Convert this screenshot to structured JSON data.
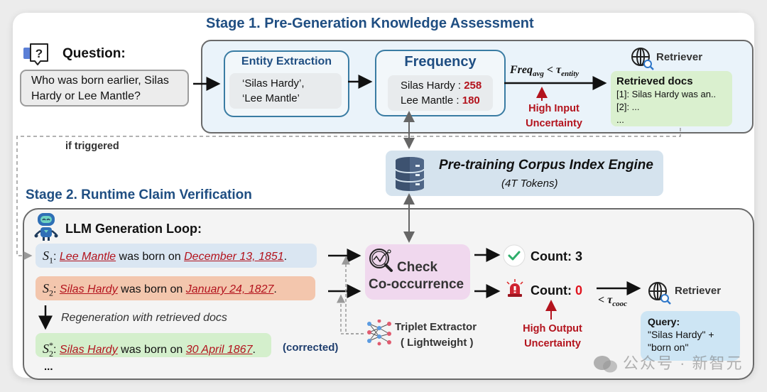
{
  "stage1": {
    "title": "Stage 1. Pre-Generation Knowledge Assessment",
    "question_label": "Question:",
    "question_text": "Who was born earlier, Silas Hardy or Lee Mantle?",
    "entity_extraction": {
      "title": "Entity Extraction",
      "entities": [
        "‘Silas Hardy’,",
        "‘Lee Mantle’"
      ]
    },
    "frequency": {
      "title": "Frequency",
      "rows": [
        {
          "name": "Silas Hardy :",
          "value": "258"
        },
        {
          "name": "Lee Mantle :",
          "value": "180"
        }
      ]
    },
    "condition": {
      "main": "Freq",
      "sub": "avg",
      "op": " < τ",
      "sub2": "entity"
    },
    "uncertainty": [
      "High Input",
      "Uncertainty"
    ],
    "retriever_label": "Retriever",
    "retrieved_docs": {
      "title": "Retrieved docs",
      "lines": [
        "[1]: Silas Hardy was an..",
        "[2]: ...",
        "..."
      ]
    },
    "trigger_label": "if triggered"
  },
  "corpus": {
    "title": "Pre-training Corpus Index Engine",
    "subtitle": "(4T Tokens)"
  },
  "stage2": {
    "title": "Stage 2. Runtime Claim Verification",
    "loop_label": "LLM Generation Loop:",
    "sentences": [
      {
        "label": "S",
        "sub": "1",
        "sup": "",
        "entity": "Lee Mantle",
        "mid": " was born on ",
        "date": "December 13, 1851",
        "end": "."
      },
      {
        "label": "S",
        "sub": "2",
        "sup": "",
        "entity": "Silas Hardy",
        "mid": " was born on ",
        "date": "January 24, 1827",
        "end": "."
      },
      {
        "label": "S",
        "sub": "2",
        "sup": "*",
        "entity": "Silas Hardy",
        "mid": " was born on ",
        "date": "30 April 1867",
        "end": "."
      }
    ],
    "regeneration_label": "Regeneration with retrieved docs",
    "corrected_label": "(corrected)",
    "ellipsis": "...",
    "check": {
      "line1": "Check",
      "line2": "Co-occurrence"
    },
    "triplet": {
      "line1": "Triplet Extractor",
      "line2": "( Lightweight )"
    },
    "count_ok": {
      "label": "Count: ",
      "value": "3"
    },
    "count_bad": {
      "label": "Count: ",
      "value": "0"
    },
    "threshold": {
      "op": "< τ",
      "sub": "cooc"
    },
    "uncertainty": [
      "High Output",
      "Uncertainty"
    ],
    "retriever_label": "Retriever",
    "query": {
      "title": "Query:",
      "lines": [
        "\"Silas Hardy\" +",
        "\"born on\""
      ]
    }
  },
  "watermark": "公众号 · 新智元",
  "colors": {
    "stage_title": "#1f4e82",
    "alert_red": "#b3131d",
    "s1_bg": "#dae6f2",
    "s2_bg": "#f3c6ad",
    "s2star_bg": "#d4efcc",
    "check_bg": "#f0d8ee",
    "docs_bg": "#daf0cf",
    "query_bg": "#cde5f4"
  }
}
